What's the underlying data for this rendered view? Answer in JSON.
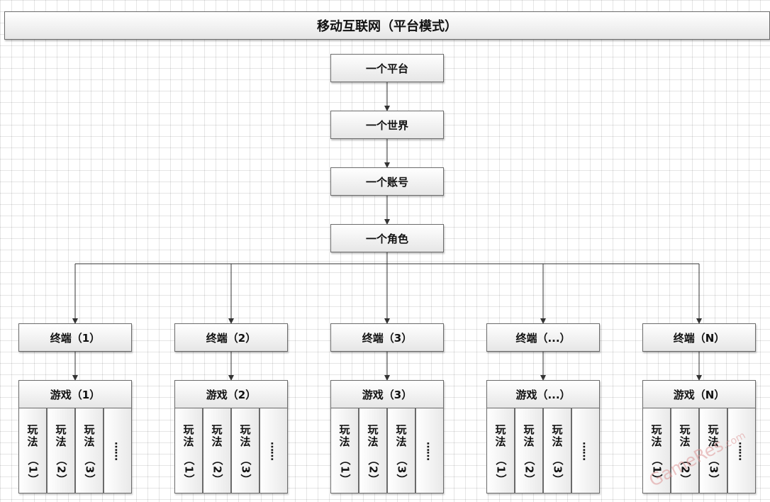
{
  "title": "移动互联网（平台模式）",
  "chain": [
    "一个平台",
    "一个世界",
    "一个账号",
    "一个角色"
  ],
  "terminals": [
    "终端（1）",
    "终端（2）",
    "终端（3）",
    "终端（...）",
    "终端（N）"
  ],
  "games": [
    "游戏（1）",
    "游戏（2）",
    "游戏（3）",
    "游戏（...）",
    "游戏（N）"
  ],
  "play": {
    "c1": "玩",
    "c2": "法",
    "nums": [
      "（1）",
      "（2）",
      "（3）"
    ],
    "more": "……"
  },
  "watermark": {
    "main": "GameRes",
    "suffix": ".com"
  },
  "colors": {
    "line": "#333333",
    "border": "#6b6b6b"
  }
}
